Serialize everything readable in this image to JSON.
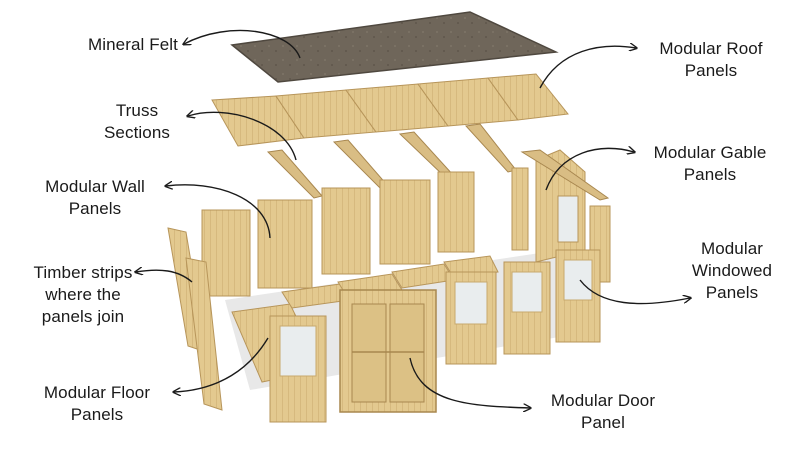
{
  "labels": {
    "mineral_felt": "Mineral Felt",
    "truss_sections": "Truss\nSections",
    "modular_wall_panels": "Modular Wall\nPanels",
    "timber_strips": "Timber strips\nwhere the\npanels join",
    "modular_floor_panels": "Modular Floor\nPanels",
    "modular_roof_panels": "Modular Roof\nPanels",
    "modular_gable_panels": "Modular Gable\nPanels",
    "modular_windowed_panels": "Modular\nWindowed\nPanels",
    "modular_door_panel": "Modular Door\nPanel"
  },
  "colors": {
    "text": "#1a1a1a",
    "arrow": "#1a1a1a",
    "felt": "#6f665a",
    "timber_light": "#e6cf9a",
    "timber_mid": "#d4b677",
    "timber_dark": "#b7955a",
    "window_glass": "#e9edee",
    "shadow": "#e4e4e4"
  }
}
